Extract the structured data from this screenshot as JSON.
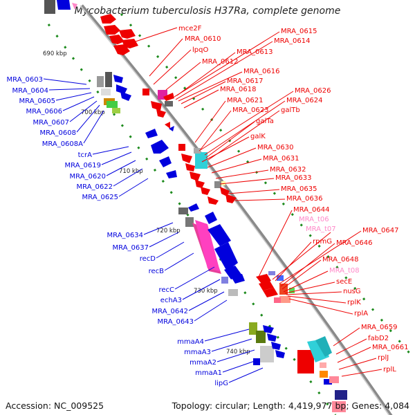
{
  "title": "Mycobacterium tuberculosis H37Ra, complete genome",
  "accession": "Accession: NC_009525",
  "topology": "Topology: circular; Length: 4,419,977 bp; Genes: 4,084",
  "colors": {
    "forward": "#ee0000",
    "reverse": "#0000dd",
    "trna": "#ff88c8",
    "tick": "#1c8a1c",
    "backbone": "#808080",
    "scale_text": "#222222"
  },
  "scale_labels": [
    "690 kbp",
    "700 kbp",
    "710 kbp",
    "720 kbp",
    "730 kbp",
    "740 kbp"
  ],
  "left_labels": [
    "MRA_0603",
    "MRA_0604",
    "MRA_0605",
    "MRA_0606",
    "MRA_0607",
    "MRA_0608",
    "MRA_0608A",
    "tcrA",
    "MRA_0619",
    "MRA_0620",
    "MRA_0622",
    "MRA_0625",
    "MRA_0634",
    "MRA_0637",
    "recD",
    "recB",
    "recC",
    "echA3",
    "MRA_0642",
    "MRA_0643",
    "mmaA4",
    "mmaA3",
    "mmaA2",
    "mmaA1",
    "lipG"
  ],
  "right_labels": [
    "mce2F",
    "MRA_0610",
    "lpqO",
    "MRA_0615",
    "MRA_0614",
    "MRA_0613",
    "MRA_0612",
    "MRA_0616",
    "MRA_0617",
    "MRA_0618",
    "MRA_0626",
    "MRA_0621",
    "MRA_0624",
    "MRA_0623",
    "galTb",
    "galTa",
    "galK",
    "MRA_0630",
    "MRA_0631",
    "MRA_0632",
    "MRA_0633",
    "MRA_0635",
    "MRA_0636",
    "MRA_0644",
    "MRA_t06",
    "MRA_t07",
    "MRA_0647",
    "rpmG",
    "MRA_0646",
    "MRA_0648",
    "MRA_t08",
    "secE",
    "nusG",
    "rplK",
    "rplA",
    "MRA_0659",
    "fabD2",
    "MRA_0661",
    "rplJ",
    "rplL"
  ]
}
